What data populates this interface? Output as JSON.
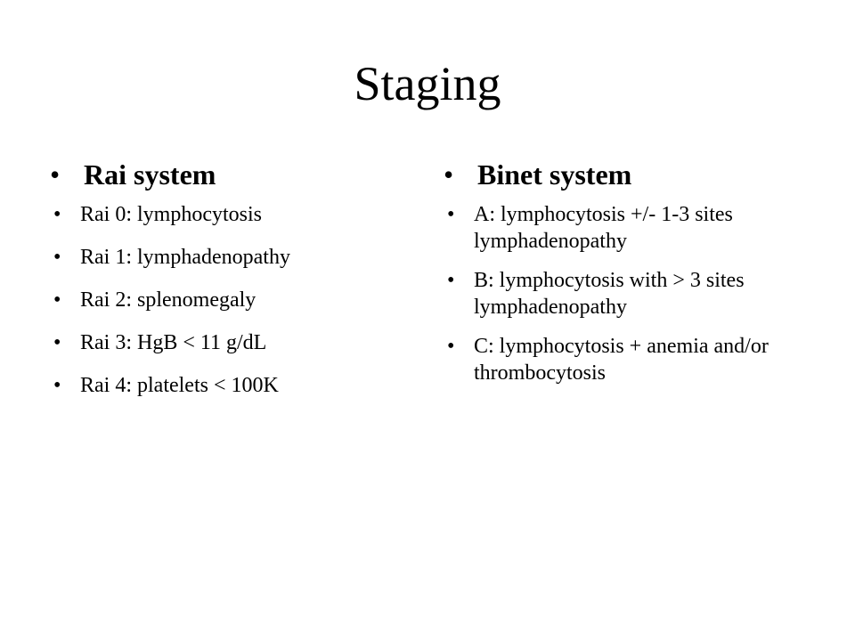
{
  "slide": {
    "title": "Staging",
    "bullet_glyph": "•",
    "columns": [
      {
        "heading": "Rai system",
        "items": [
          "Rai 0: lymphocytosis",
          "Rai 1: lymphadenopathy",
          "Rai 2: splenomegaly",
          "Rai 3: HgB < 11 g/dL",
          "Rai 4: platelets < 100K"
        ]
      },
      {
        "heading": "Binet system",
        "items": [
          "A: lymphocytosis +/- 1-3 sites lymphadenopathy",
          "B: lymphocytosis with > 3 sites lymphadenopathy",
          "C: lymphocytosis + anemia and/or thrombocytosis"
        ]
      }
    ]
  }
}
